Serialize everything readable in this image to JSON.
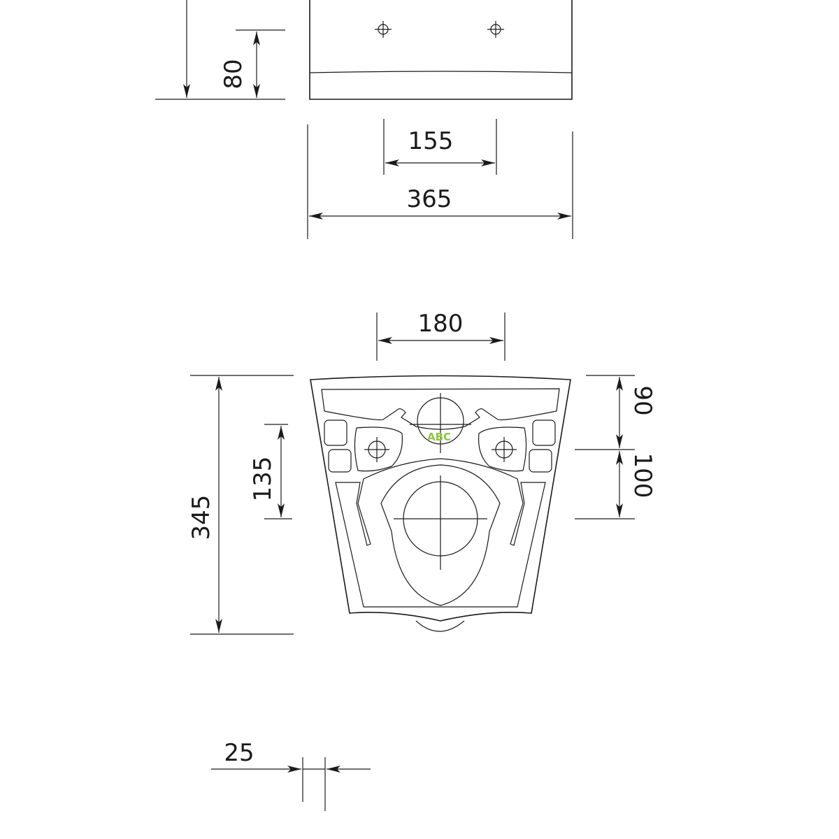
{
  "drawing": {
    "dimensions": {
      "front_height": "80",
      "hole_spacing": "155",
      "overall_width": "365",
      "seat_hole_spacing": "180",
      "overall_length": "345",
      "fixing_offset": "135",
      "top_to_fixing": "90",
      "fixing_to_outlet": "100",
      "wall_thickness": "25"
    },
    "watermark": "ABC",
    "colors": {
      "line": "#1a1a1a",
      "watermark": "#8cc63f"
    }
  }
}
